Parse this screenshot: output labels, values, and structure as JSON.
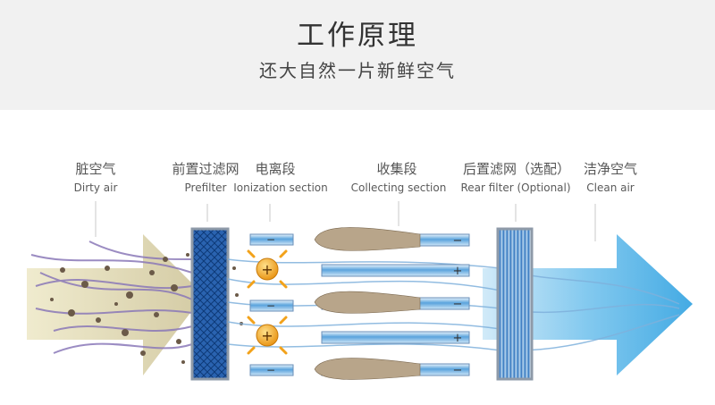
{
  "header": {
    "title": "工作原理",
    "subtitle": "还大自然一片新鲜空气"
  },
  "stages": [
    {
      "id": "dirty-air",
      "zh": "脏空气",
      "en": "Dirty air"
    },
    {
      "id": "prefilter",
      "zh": "前置过滤网",
      "en": "Prefilter"
    },
    {
      "id": "ionization",
      "zh": "电离段",
      "en": "Ionization section"
    },
    {
      "id": "collecting",
      "zh": "收集段",
      "en": "Collecting section"
    },
    {
      "id": "rear-filter",
      "zh": "后置滤网（选配）",
      "en": "Rear filter (Optional)"
    },
    {
      "id": "clean-air",
      "zh": "洁净空气",
      "en": "Clean air"
    }
  ],
  "symbols": {
    "plus": "+",
    "minus": "−"
  },
  "colors": {
    "header_bg": "#f1f1f1",
    "dirty_air": "#d8d0a8",
    "filter_blue": "#2a63b0",
    "plate_blue": "#5aa3dd",
    "ion_orange": "#f2a21a",
    "clean_air": "#5ab8ea",
    "dust": "#6b5a48",
    "air_lines": "#8a78b8"
  }
}
